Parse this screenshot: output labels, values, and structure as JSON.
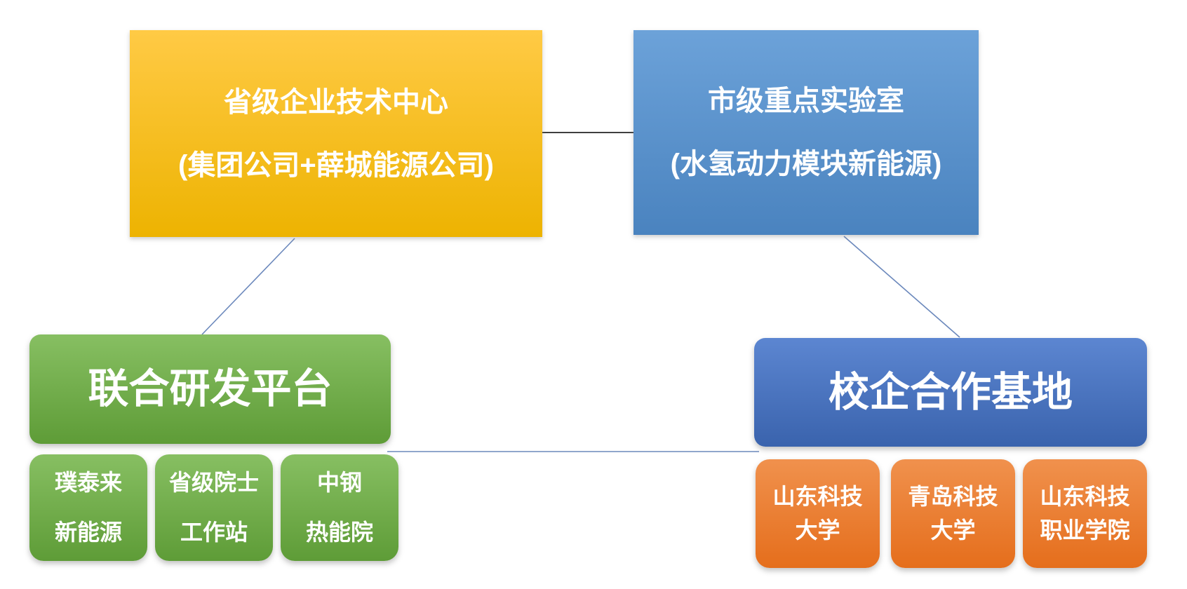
{
  "colors": {
    "background": "#FFFFFF",
    "text": "#FFFFFF",
    "gold-top": "#FFCA45",
    "gold-bottom": "#EDB301",
    "sky-top": "#6CA2D9",
    "sky-bottom": "#4A83BF",
    "green-top": "#87BF62",
    "green-bottom": "#5E9C37",
    "royal-top": "#5C86D1",
    "royal-bottom": "#3A63AD",
    "orange-top": "#F0914D",
    "orange-bottom": "#E56E1C",
    "connector-blue": "#6B88BC",
    "connector-dark": "#3F3F3F"
  },
  "boxes": {
    "provincial_center": {
      "line1": "省级企业技术中心",
      "line2": "(集团公司+薛城能源公司)"
    },
    "municipal_lab": {
      "line1": "市级重点实验室",
      "line2": "(水氢动力模块新能源)"
    },
    "joint_rd_platform": {
      "label": "联合研发平台"
    },
    "school_enterprise_base": {
      "label": "校企合作基地"
    },
    "rd_partners": [
      {
        "line1": "璞泰来",
        "line2": "新能源"
      },
      {
        "line1": "省级院士",
        "line2": "工作站"
      },
      {
        "line1": "中钢",
        "line2": "热能院"
      }
    ],
    "universities": [
      {
        "line1": "山东科技",
        "line2": "大学"
      },
      {
        "line1": "青岛科技",
        "line2": "大学"
      },
      {
        "line1": "山东科技",
        "line2": "职业学院"
      }
    ]
  },
  "connectors": [
    {
      "from": "省级企业技术中心",
      "to": "市级重点实验室"
    },
    {
      "from": "省级企业技术中心",
      "to": "联合研发平台"
    },
    {
      "from": "市级重点实验室",
      "to": "校企合作基地"
    },
    {
      "from": "联合研发平台",
      "to": "校企合作基地"
    }
  ]
}
